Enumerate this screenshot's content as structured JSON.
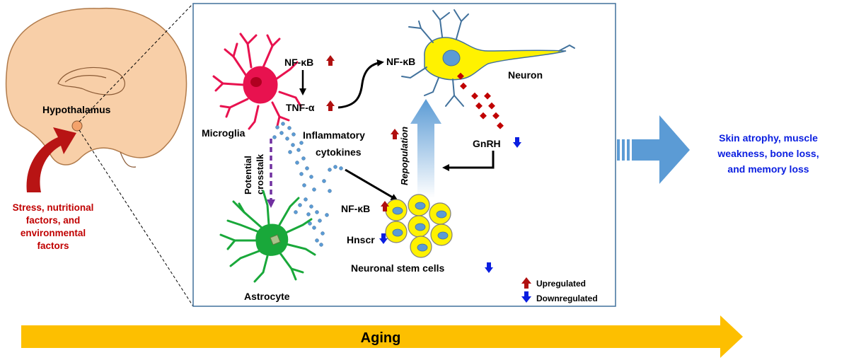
{
  "hypothalamus_label": "Hypothalamus",
  "stress_factors": [
    "Stress, nutritional",
    "factors, and",
    "environmental",
    "factors"
  ],
  "cells": {
    "microglia": "Microglia",
    "astrocyte": "Astrocyte",
    "neuron": "Neuron",
    "stem_cells": "Neuronal stem cells"
  },
  "molecules": {
    "nfkb": "NF-κB",
    "tnfa": "TNF-α",
    "inflammatory": "Inflammatory",
    "cytokines": "cytokines",
    "gnrh": "GnRH",
    "hnscr": "Hnscr"
  },
  "process": {
    "crosstalk_line1": "Potential",
    "crosstalk_line2": "crosstalk",
    "repopulation": "Repopulation"
  },
  "outcome_lines": [
    "Skin atrophy, muscle",
    "weakness, bone loss,",
    "and memory loss"
  ],
  "legend": {
    "up": "Upregulated",
    "down": "Downregulated"
  },
  "aging_label": "Aging",
  "colors": {
    "up_arrow": "#b01010",
    "down_arrow": "#0a1ee0",
    "microglia": "#e8124f",
    "astrocyte": "#19a83a",
    "neuron": "#fff200",
    "aging_arrow": "#fdbf00",
    "outcome_arrow": "#5b9bd5",
    "stress_arrow": "#b81414",
    "brain": "#f8cfa8"
  }
}
